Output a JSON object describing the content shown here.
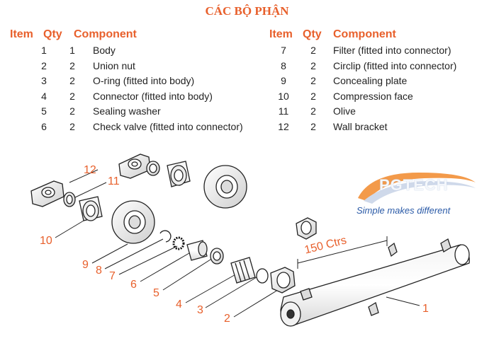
{
  "title": "CÁC BỘ PHẬN",
  "headers": {
    "item": "Item",
    "qty": "Qty",
    "component": "Component"
  },
  "left_rows": [
    {
      "item": "1",
      "qty": "1",
      "component": "Body"
    },
    {
      "item": "2",
      "qty": "2",
      "component": "Union nut"
    },
    {
      "item": "3",
      "qty": "2",
      "component": "O-ring (fitted into body)"
    },
    {
      "item": "4",
      "qty": "2",
      "component": "Connector (fitted into body)"
    },
    {
      "item": "5",
      "qty": "2",
      "component": "Sealing washer"
    },
    {
      "item": "6",
      "qty": "2",
      "component": "Check valve (fitted into connector)"
    }
  ],
  "right_rows": [
    {
      "item": "7",
      "qty": "2",
      "component": "Filter (fitted into connector)"
    },
    {
      "item": "8",
      "qty": "2",
      "component": "Circlip (fitted into connector)"
    },
    {
      "item": "9",
      "qty": "2",
      "component": "Concealing plate"
    },
    {
      "item": "10",
      "qty": "2",
      "component": "Compression face"
    },
    {
      "item": "11",
      "qty": "2",
      "component": "Olive"
    },
    {
      "item": "12",
      "qty": "2",
      "component": "Wall bracket"
    }
  ],
  "callouts": {
    "c1": "1",
    "c2": "2",
    "c3": "3",
    "c4": "4",
    "c5": "5",
    "c6": "6",
    "c7": "7",
    "c8": "8",
    "c9": "9",
    "c10": "10",
    "c11": "11",
    "c12": "12"
  },
  "dimension_label": "150 Ctrs",
  "logo": {
    "brand": "PGTECH",
    "tagline": "Simple makes different"
  },
  "colors": {
    "accent": "#e8602c",
    "logo_blue": "#2a5aa7",
    "logo_orange": "#f39a4a"
  }
}
